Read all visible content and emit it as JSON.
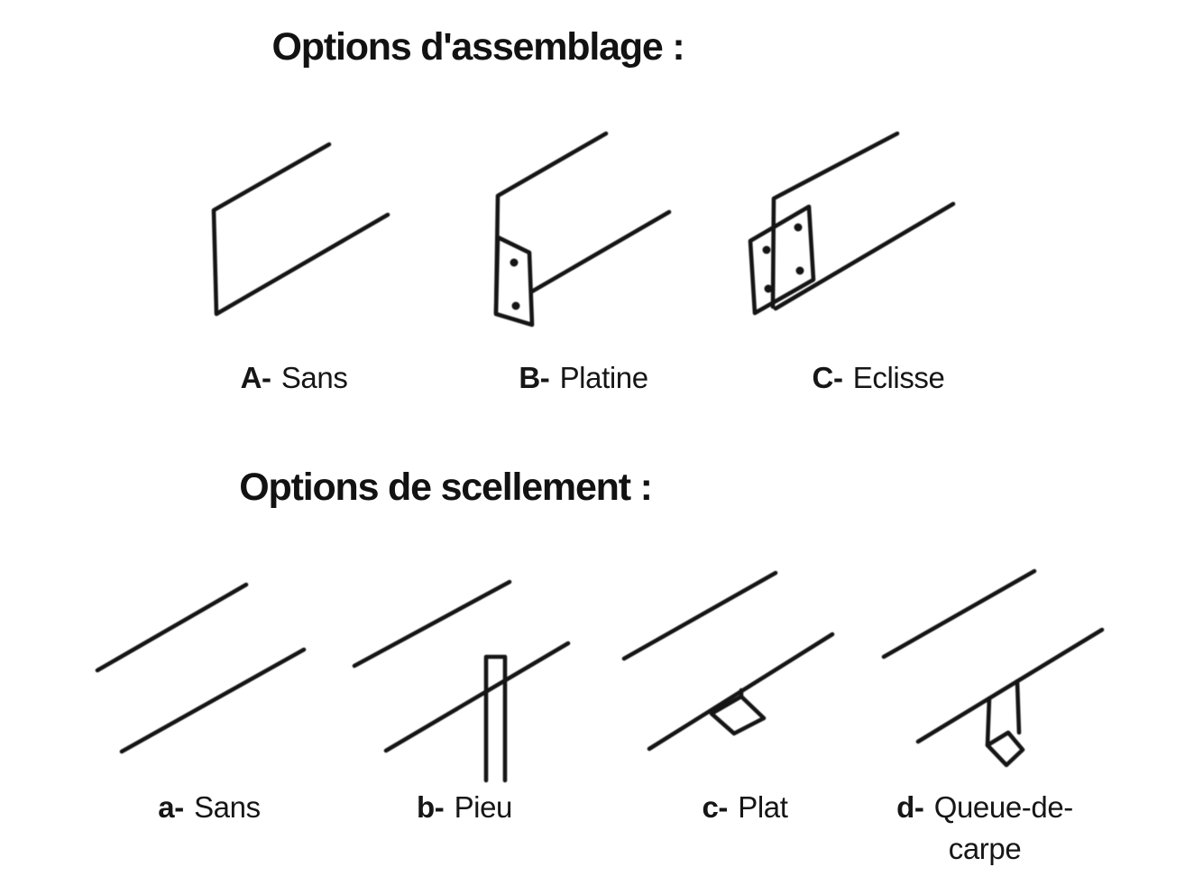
{
  "page": {
    "background_color": "#ffffff",
    "ink_color": "#151515",
    "figure_icons": [
      "edging-strip-plain-icon",
      "edging-strip-end-plate-icon",
      "edging-strip-splice-plate-icon",
      "edging-rail-plain-icon",
      "edging-rail-stake-icon",
      "edging-rail-flat-tab-icon",
      "edging-rail-fishtail-tab-icon"
    ]
  },
  "sections": [
    {
      "id": "assemblage",
      "title": "Options d'assemblage :",
      "options": [
        {
          "key": "A-",
          "label": "Sans"
        },
        {
          "key": "B-",
          "label": "Platine"
        },
        {
          "key": "C-",
          "label": "Eclisse"
        }
      ]
    },
    {
      "id": "scellement",
      "title": "Options de scellement :",
      "options": [
        {
          "key": "a-",
          "label": "Sans"
        },
        {
          "key": "b-",
          "label": "Pieu"
        },
        {
          "key": "c-",
          "label": "Plat"
        },
        {
          "key": "d-",
          "label": "Queue-de-carpe"
        }
      ]
    }
  ]
}
